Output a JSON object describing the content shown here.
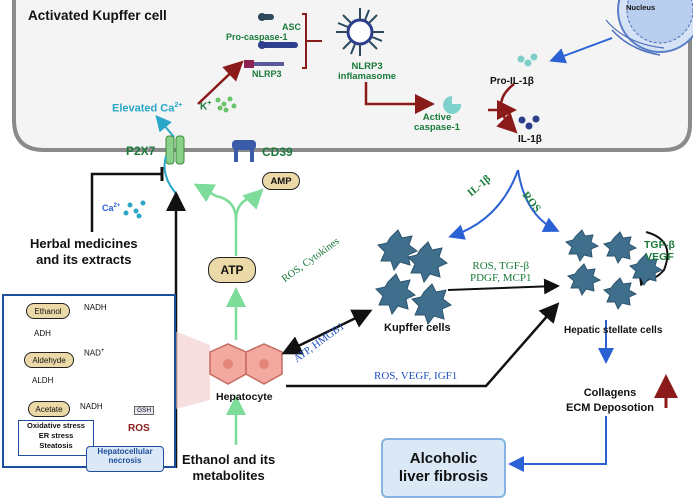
{
  "title": "Activated Kupffer cell",
  "inflammasome": {
    "asc": "ASC",
    "pro_caspase": "Pro-caspase-1",
    "nlrp3": "NLRP3",
    "complex_label": "NLRP3\ninflamasome",
    "active_caspase": "Active\ncaspase-1",
    "pro_il1b": "Pro-IL-1β",
    "il1b": "IL-1β",
    "nucleus": "Nucleus"
  },
  "membrane": {
    "elevated_ca": "Elevated Ca",
    "ca_sup": "2+",
    "k_ion": "K",
    "k_sup": "+",
    "p2x7": "P2X7",
    "cd39": "CD39",
    "amp": "AMP",
    "ca_ion": "Ca",
    "ca_ion_sup": "2+"
  },
  "herbal": "Herbal medicines\nand its extracts",
  "atp": "ATP",
  "arrows": {
    "il1b": "IL-1β",
    "ros": "ROS",
    "ros_cytokines": "ROS, Cytokines",
    "atp_hmgb1": "ATP, HMGB1",
    "ros_tgf_pdgf": "ROS, TGF-β\nPDGF, MCP1",
    "ros_vegf_igf1": "ROS, VEGF, IGF1",
    "tgf_vegf": "TGF-β\nVEGF"
  },
  "cells": {
    "kupffer": "Kupffer cells",
    "stellate": "Hepatic stellate cells",
    "hepatocyte": "Hepatocyte"
  },
  "collagens": "Collagens\nECM Deposotion",
  "liver_fibrosis": "Alcoholic\nliver fibrosis",
  "ethanol_metabolites": "Ethanol and its\nmetabolites",
  "inset": {
    "ethanol": "Ethanol",
    "nadh1": "NADH",
    "adh": "ADH",
    "nad": "NAD",
    "nad_sup": "+",
    "aldehyde": "Aldehyde",
    "aldh": "ALDH",
    "acetate": "Acetate",
    "nadh2": "NADH",
    "gsh": "GSH",
    "ros": "ROS",
    "stress": "Oxidative stress\nER stress\nSteatosis",
    "necrosis": "Hepatocellular\nnecrosis"
  },
  "colors": {
    "green": "#1a7a3a",
    "blue": "#1f4fbf",
    "darkred": "#8b1a1a",
    "teal": "#2aa7c9",
    "cell_blue": "#3f6f8c",
    "light_green": "#7ddc9a"
  }
}
